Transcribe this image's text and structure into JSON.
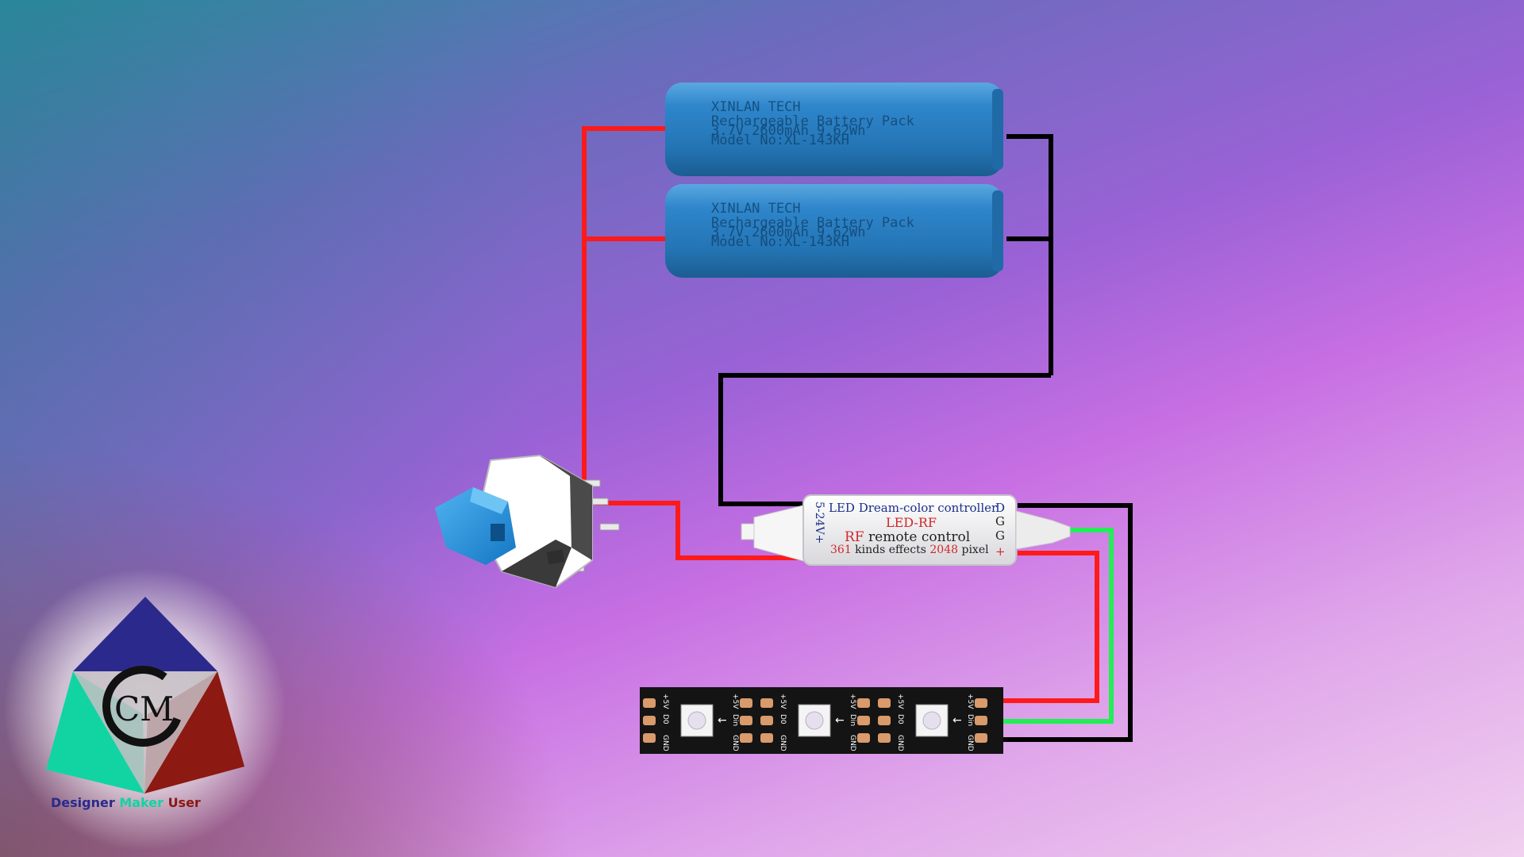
{
  "batteries": [
    {
      "brand": "XINLAN TECH",
      "line1": "Rechargeable Battery Pack",
      "line2": "3.7V 2600mAh 9.62Wh",
      "line3": "Model No:XL-143KH"
    },
    {
      "brand": "XINLAN TECH",
      "line1": "Rechargeable Battery Pack",
      "line2": "3.7V 2600mAh 9.62Wh",
      "line3": "Model No:XL-143KH"
    }
  ],
  "controller": {
    "title": "LED Dream-color controller",
    "model": "LED-RF",
    "rf_prefix": "RF",
    "rf_suffix": " remote control",
    "effects_num": "361",
    "effects_mid": " kinds effects ",
    "pixel_num": "2048",
    "pixel_suffix": " pixel",
    "voltage": "5-24V+",
    "pins": [
      "D",
      "G",
      "G",
      "+"
    ]
  },
  "strip": {
    "pad_labels_in": [
      "+5V",
      "Din",
      "GND"
    ],
    "pad_labels_out": [
      "+5V",
      "D0",
      "GND"
    ]
  },
  "logo": {
    "letters": "CM",
    "word1": "Designer",
    "word2": "Maker",
    "word3": "User"
  },
  "colors": {
    "wire_positive": "#ff1a1a",
    "wire_negative": "#000000",
    "wire_data": "#22ee55",
    "battery": "#2a7fc1"
  }
}
